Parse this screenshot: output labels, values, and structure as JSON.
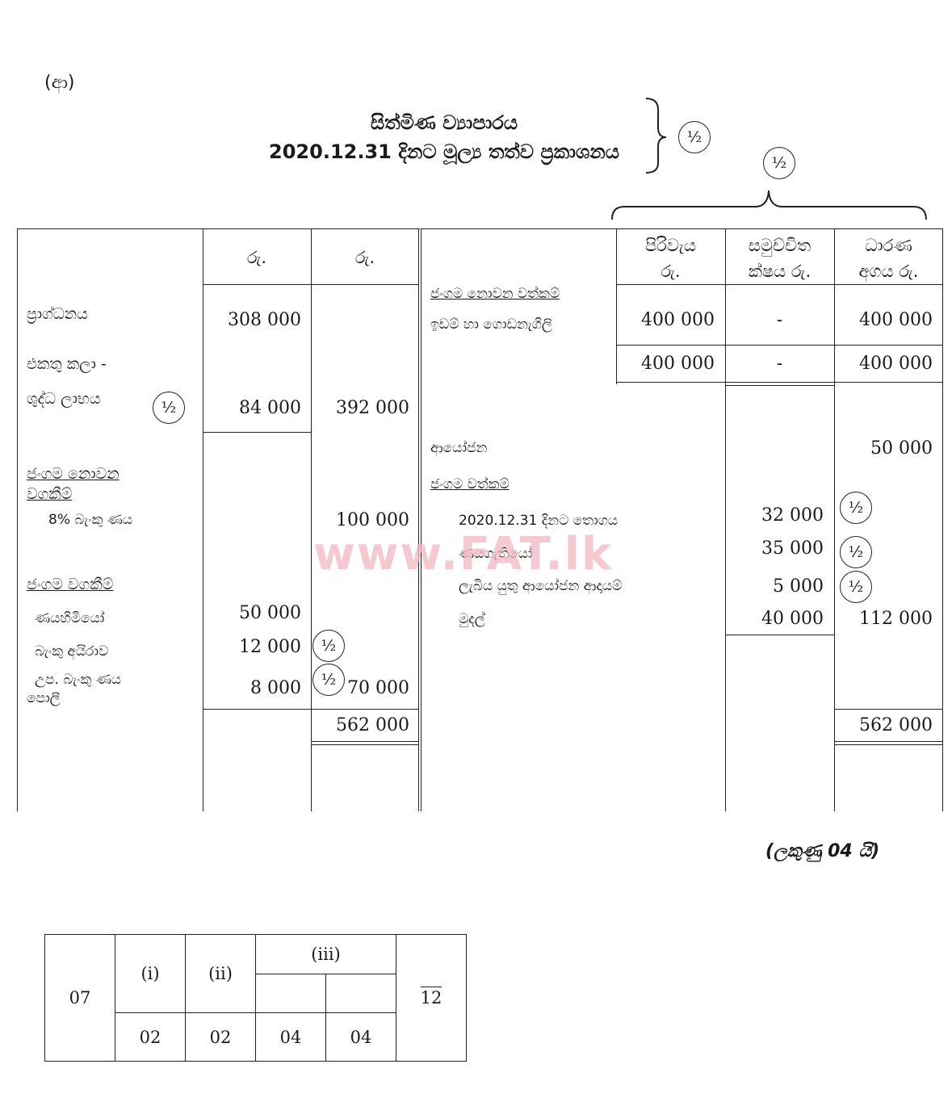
{
  "part_label": "(ආ)",
  "title_line1": "සිත්මිණ ව්‍යාපාරය",
  "title_line2": "2020.12.31 දිනට මූල්‍ය තත්ව ප්‍රකාශනය",
  "half_mark": "½",
  "left": {
    "col_header_1": "රු.",
    "col_header_2": "රු.",
    "capital_label": "ප්‍රාග්ධනය",
    "capital_value": "308 000",
    "add_label": "එකතු කලා -",
    "net_profit_label": "ශුද්ධ ලාභය",
    "net_profit_value": "84 000",
    "capital_total": "392 000",
    "noncurrent_liab_heading_1": "ජංගම නොවන",
    "noncurrent_liab_heading_2": "වගකීම්",
    "bank_loan_label": "8% බැංකු ණය",
    "bank_loan_value": "100 000",
    "current_liab_heading": "ජංගම වගකීම්",
    "creditors_label": "ණයහිමියෝ",
    "creditors_value": "50 000",
    "overdraft_label": "බැංකු අයිරාව",
    "overdraft_value": "12 000",
    "accrued_interest_label_1": "උප. බැංකු ණය",
    "accrued_interest_label_2": "පොලී",
    "accrued_interest_value": "8 000",
    "current_liab_total": "70 000",
    "grand_total": "562 000"
  },
  "right": {
    "col_cost_1": "පිරිවැය",
    "col_cost_2": "රු.",
    "col_dep_1": "සමුච්චිත",
    "col_dep_2": "ක්ෂය රු.",
    "col_nbv_1": "ධාරණ",
    "col_nbv_2": "අගය රු.",
    "noncurrent_assets_heading": "ජංගම නොවන වත්කම්",
    "land_label": "ඉඩම් හා ගොඩනැගිලි",
    "land_cost": "400 000",
    "land_dep": "-",
    "land_nbv": "400 000",
    "subtotal_cost": "400 000",
    "subtotal_dep": "-",
    "subtotal_nbv": "400 000",
    "investments_label": "ආයෝජන",
    "investments_value": "50 000",
    "current_assets_heading": "ජංගම වත්කම්",
    "stock_label": "2020.12.31 දිනට තොගය",
    "stock_value": "32 000",
    "debtors_label": "ණයගැතියෝ",
    "debtors_value": "35 000",
    "inv_income_label": "ලැබිය යුතු ආයෝජන ආදායම්",
    "inv_income_value": "5 000",
    "cash_label": "මුදල්",
    "cash_value": "40 000",
    "current_assets_total": "112 000",
    "grand_total": "562 000"
  },
  "watermark": "www.FAT.lk",
  "marks_note": "(ලකුණු 04 යි)",
  "summary": {
    "question": "07",
    "part_i": "(i)",
    "part_ii": "(ii)",
    "part_iii": "(iii)",
    "mark_i": "02",
    "mark_ii": "02",
    "mark_iii_a": "04",
    "mark_iii_b": "04",
    "total": "12"
  }
}
